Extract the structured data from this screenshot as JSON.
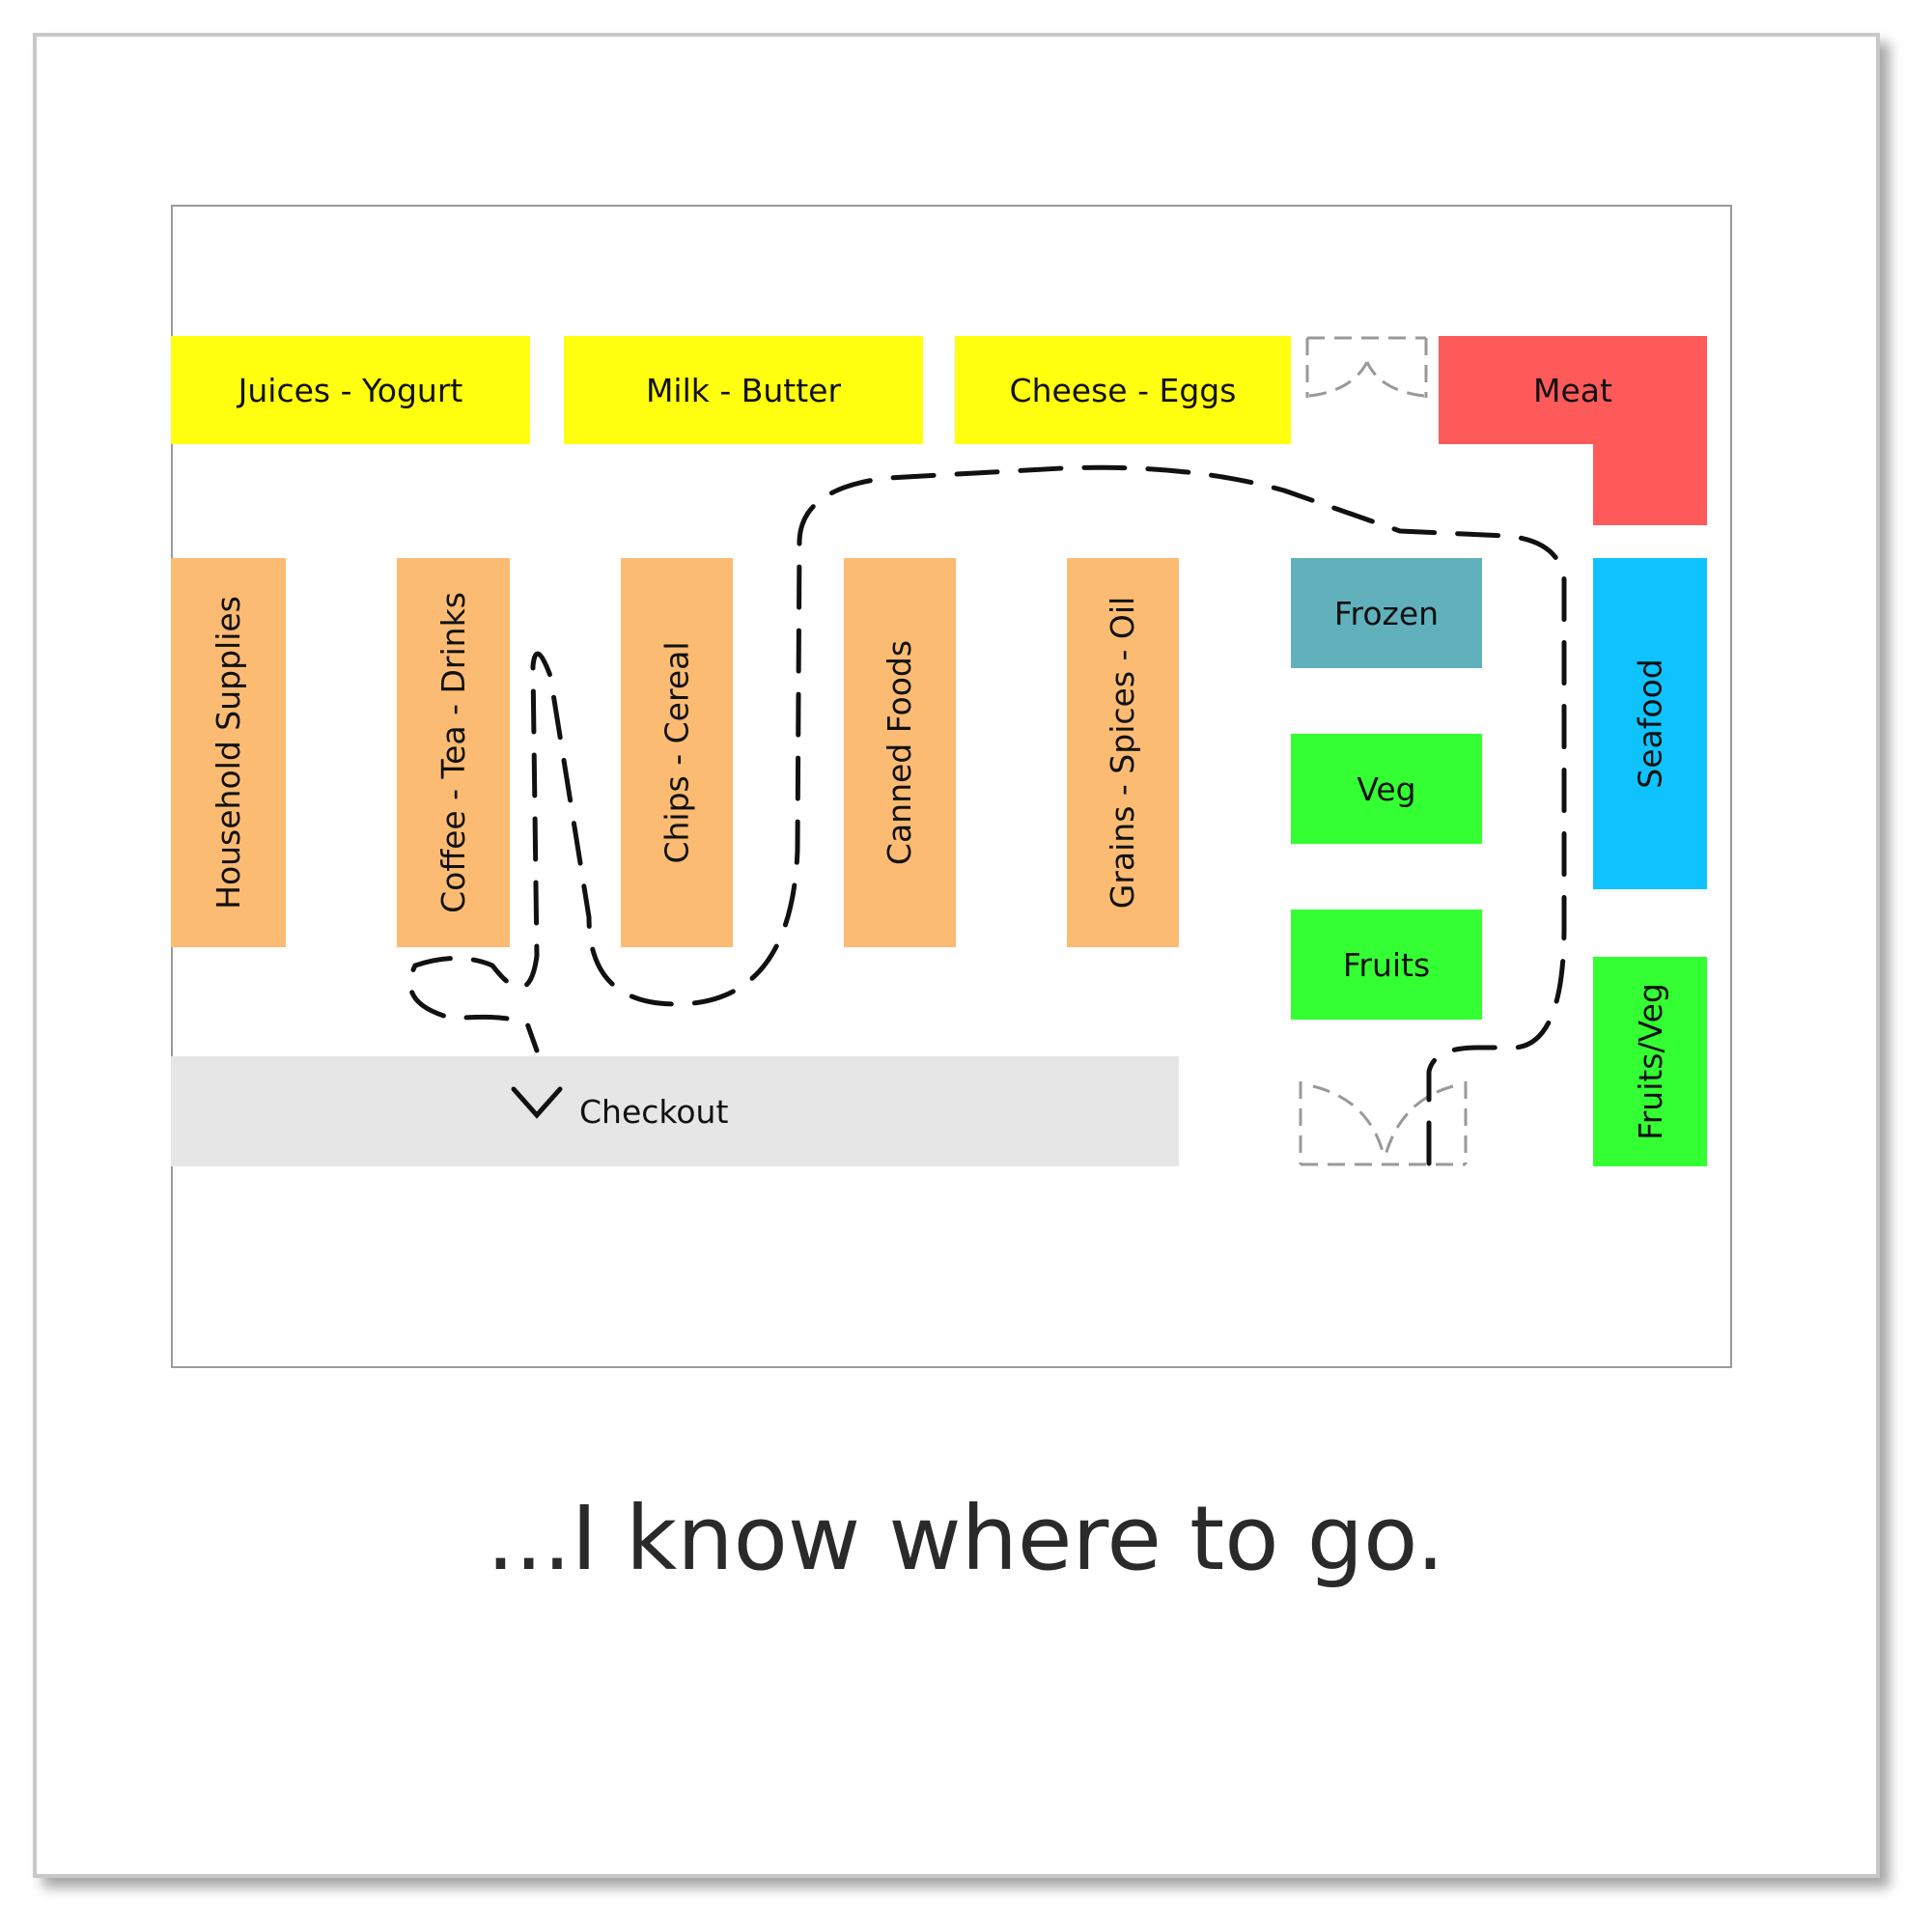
{
  "sections": {
    "juices_yogurt": "Juices - Yogurt",
    "milk_butter": "Milk - Butter",
    "cheese_eggs": "Cheese - Eggs",
    "meat": "Meat",
    "household_supplies": "Household Supplies",
    "coffee_tea_drinks": "Coffee - Tea - Drinks",
    "chips_cereal": "Chips - Cereal",
    "canned_foods": "Canned Foods",
    "grains_spices_oil": "Grains - Spices - Oil",
    "frozen": "Frozen",
    "veg": "Veg",
    "fruits": "Fruits",
    "seafood": "Seafood",
    "fruits_veg": "Fruits/Veg",
    "checkout": "Checkout"
  },
  "caption": "...I know where to go.",
  "colors": {
    "dairy": "#ffff0f",
    "meat": "#ff5a5a",
    "aisle": "#fbbb72",
    "frozen": "#61b1bc",
    "produce": "#33ff33",
    "seafood": "#0fc3ff",
    "checkout": "#e6e6e6",
    "path": "#111111",
    "door": "#999999"
  }
}
